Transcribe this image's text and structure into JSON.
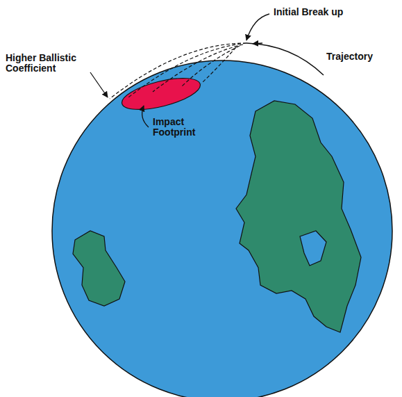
{
  "diagram": {
    "labels": [
      "Initial Break up",
      "Trajectory",
      "Higher Ballistic Coefficient",
      "Impact Footprint"
    ]
  }
}
